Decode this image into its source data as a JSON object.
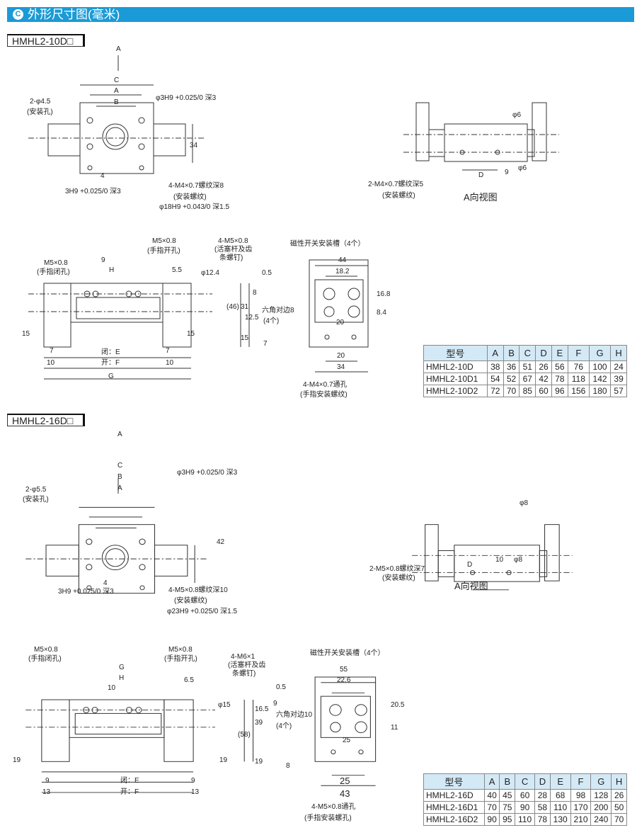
{
  "header": {
    "icon": "C",
    "title": "外形尺寸图(毫米)"
  },
  "models": [
    {
      "tag": "HMHL2-10D□",
      "top_view": [
        "A",
        "C",
        "A",
        "B",
        "2-φ4.5",
        "(安装孔)",
        "φ3H9 +0.025/0 深3",
        "34",
        "4",
        "3H9 +0.025/0 深3",
        "4-M4×0.7螺纹深8",
        "(安装螺纹)",
        "φ18H9 +0.043/0 深1.5"
      ],
      "a_view": [
        "φ6",
        "9",
        "φ6",
        "D",
        "2-M4×0.7螺纹深5",
        "(安装螺纹)",
        "A向视图"
      ],
      "side_view": [
        "M5×0.8",
        "(手指开孔)",
        "4-M5×0.8",
        "(活塞杆及齿",
        "条螺钉)",
        "M5×0.8",
        "(手指闭孔)",
        "H",
        "9",
        "5.5",
        "φ12.4",
        "15",
        "15",
        "7",
        "10",
        "闭：E",
        "开：F",
        "G",
        "7",
        "10"
      ],
      "front_view": [
        "磁性开关安装槽（4个）",
        "44",
        "18.2",
        "0.5",
        "8",
        "16.8",
        "31",
        "六角对边8",
        "12.5",
        "(4个)",
        "8.4",
        "20",
        "(46)",
        "15",
        "7",
        "20",
        "34",
        "4-M4×0.7通孔",
        "(手指安装螺纹)"
      ],
      "table": {
        "headers": [
          "型号",
          "A",
          "B",
          "C",
          "D",
          "E",
          "F",
          "G",
          "H"
        ],
        "rows": [
          [
            "HMHL2-10D",
            "38",
            "36",
            "51",
            "26",
            "56",
            "76",
            "100",
            "24"
          ],
          [
            "HMHL2-10D1",
            "54",
            "52",
            "67",
            "42",
            "78",
            "118",
            "142",
            "39"
          ],
          [
            "HMHL2-10D2",
            "72",
            "70",
            "85",
            "60",
            "96",
            "156",
            "180",
            "57"
          ]
        ]
      }
    },
    {
      "tag": "HMHL2-16D□",
      "top_view": [
        "A",
        "C",
        "B",
        "A",
        "2-φ5.5",
        "(安装孔)",
        "φ3H9 +0.025/0 深3",
        "42",
        "4",
        "3H9 +0.025/0 深3",
        "4-M5×0.8螺纹深10",
        "(安装螺纹)",
        "φ23H9 +0.025/0 深1.5"
      ],
      "a_view": [
        "φ8",
        "10",
        "φ8",
        "D",
        "2-M5×0.8螺纹深7",
        "(安装螺纹)",
        "A向视图"
      ],
      "side_view": [
        "M5×0.8",
        "(手指闭孔)",
        "M5×0.8",
        "(手指开孔)",
        "4-M6×1",
        "(活塞杆及齿",
        "条螺钉)",
        "G",
        "H",
        "10",
        "6.5",
        "φ15",
        "19",
        "19",
        "9",
        "13",
        "闭：E",
        "开：F",
        "9",
        "13"
      ],
      "front_view": [
        "磁性开关安装槽（4个）",
        "55",
        "22.6",
        "0.5",
        "16.5",
        "9",
        "39",
        "六角对边10",
        "(4个)",
        "20.5",
        "11",
        "25",
        "(58)",
        "19",
        "8",
        "25",
        "43",
        "4-M5×0.8通孔",
        "(手指安装螺孔)"
      ],
      "table": {
        "headers": [
          "型号",
          "A",
          "B",
          "C",
          "D",
          "E",
          "F",
          "G",
          "H"
        ],
        "rows": [
          [
            "HMHL2-16D",
            "40",
            "45",
            "60",
            "28",
            "68",
            "98",
            "128",
            "26"
          ],
          [
            "HMHL2-16D1",
            "70",
            "75",
            "90",
            "58",
            "110",
            "170",
            "200",
            "50"
          ],
          [
            "HMHL2-16D2",
            "90",
            "95",
            "110",
            "78",
            "130",
            "210",
            "240",
            "70"
          ]
        ]
      }
    }
  ]
}
